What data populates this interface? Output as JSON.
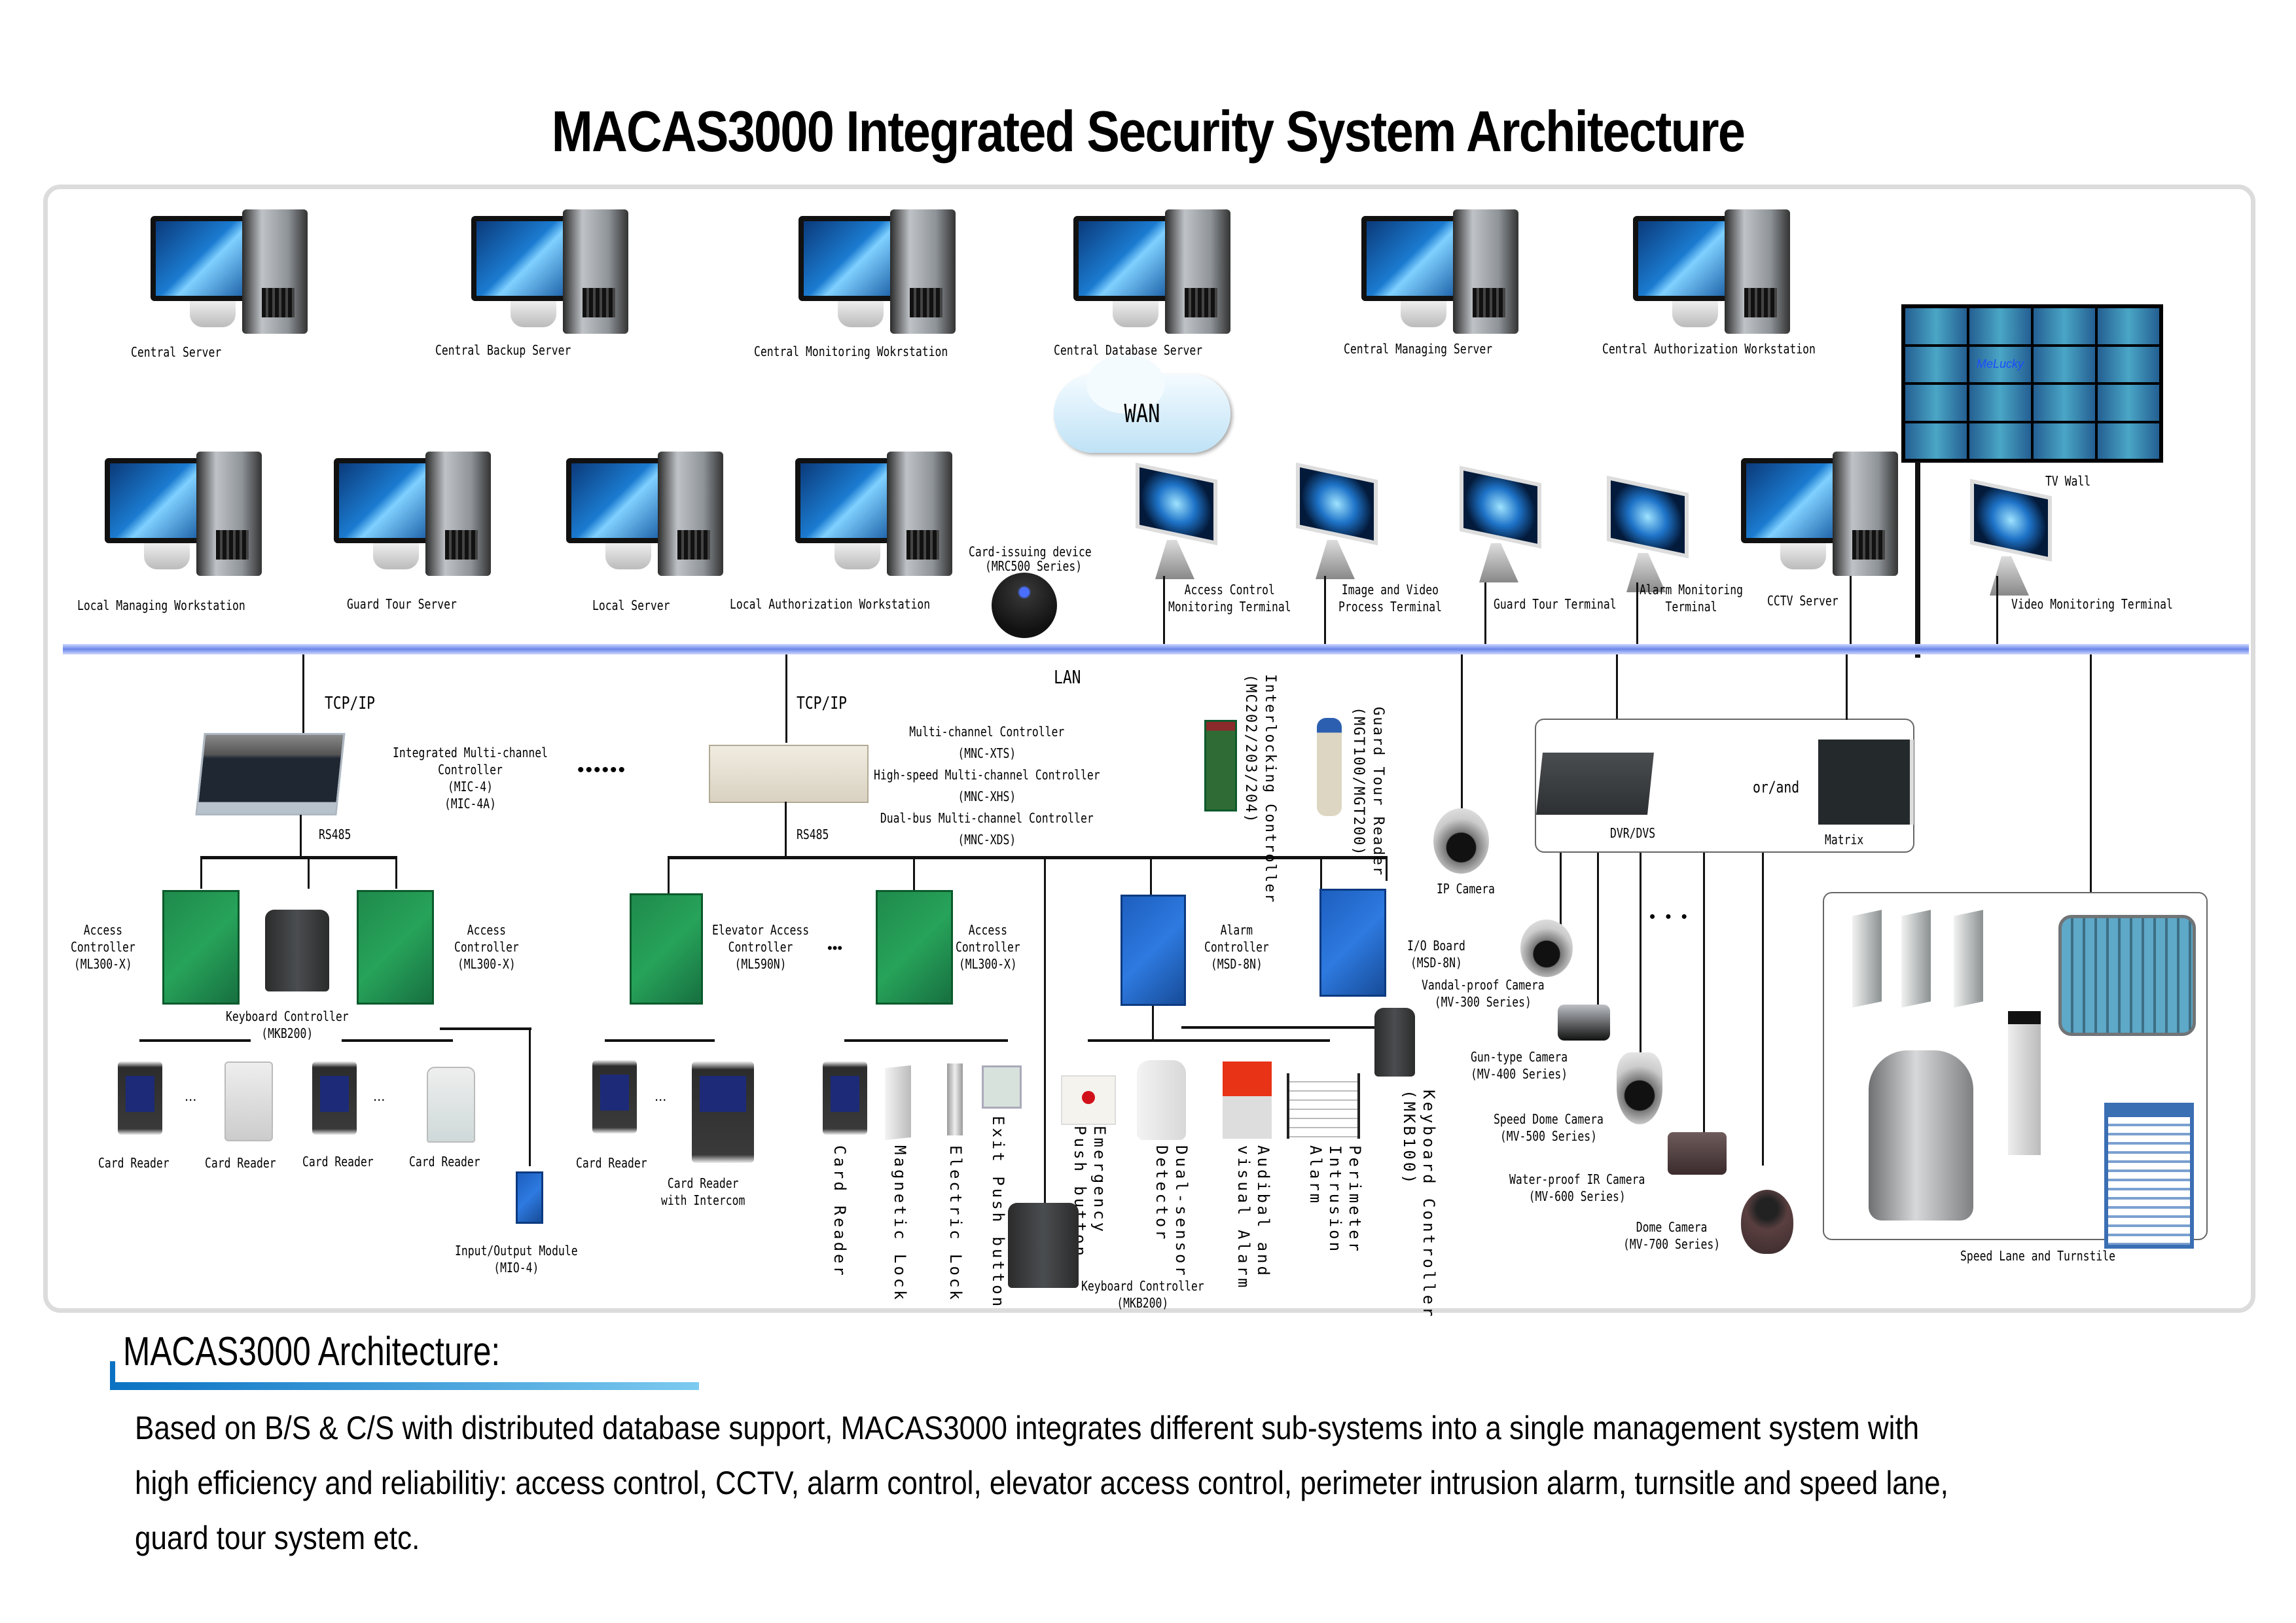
{
  "title": "MACAS3000 Integrated Security System Architecture",
  "central_row": [
    {
      "label": "Central Server"
    },
    {
      "label": "Central Backup Server"
    },
    {
      "label": "Central Monitoring Wokrstation"
    },
    {
      "label": "Central Database Server"
    },
    {
      "label": "Central Managing Server"
    },
    {
      "label": "Central Authorization Workstation"
    }
  ],
  "wan_label": "WAN",
  "tv_wall_label": "TV Wall",
  "tv_wall_brand": "MeLucky",
  "local_row": [
    {
      "label": "Local Managing Workstation"
    },
    {
      "label": "Guard Tour Server"
    },
    {
      "label": "Local Server"
    },
    {
      "label": "Local Authorization Workstation"
    }
  ],
  "card_issuing": {
    "label": "Card-issuing device",
    "model": "(MRC500 Series)"
  },
  "terminals": [
    {
      "label": "Access Control\nMonitoring Terminal"
    },
    {
      "label": "Image and Video\nProcess Terminal"
    },
    {
      "label": "Guard Tour Terminal"
    },
    {
      "label": "Alarm Monitoring\nTerminal"
    },
    {
      "label": "CCTV Server"
    },
    {
      "label": "Video Monitoring Terminal"
    }
  ],
  "lan_label": "LAN",
  "protocols": {
    "tcpip_left": "TCP/IP",
    "tcpip_right": "TCP/IP",
    "rs485_left": "RS485",
    "rs485_right": "RS485"
  },
  "mic_controller": {
    "label": "Integrated Multi-channel\nController\n(MIC-4)\n(MIC-4A)"
  },
  "ellipsis_big": "••••••",
  "mnc_controllers": {
    "label": "Multi-channel Controller\n(MNC-XTS)\nHigh-speed Multi-channel Controller\n(MNC-XHS)\nDual-bus Multi-channel Controller\n(MNC-XDS)"
  },
  "interlocking": {
    "label": "Interlocking Controller\n(MC202/203/204)"
  },
  "guard_tour_reader": {
    "label": "Guard Tour Reader\n(MGT100/MGT200)"
  },
  "ip_camera": {
    "label": "IP Camera"
  },
  "dvr": {
    "label": "DVR/DVS",
    "or_and": "or/and",
    "matrix": "Matrix"
  },
  "access_left_a": {
    "label": "Access\nController\n(ML300-X)"
  },
  "access_left_b": {
    "label": "Access\nController\n(ML300-X)"
  },
  "keyboard_mkb200_top": {
    "label": "Keyboard Controller\n(MKB200)"
  },
  "elevator": {
    "label": "Elevator Access\nController\n(ML590N)"
  },
  "dots_small": "•••",
  "access_right": {
    "label": "Access\nController\n(ML300-X)"
  },
  "alarm_controller": {
    "label": "Alarm\nController\n(MSD-8N)"
  },
  "io_board": {
    "label": "I/O Board\n(MSD-8N)"
  },
  "card_readers_left": [
    "Card Reader",
    "Card Reader",
    "Card Reader",
    "Card Reader"
  ],
  "ellipsis_small": "...",
  "io_module": {
    "label": "Input/Output Module\n(MIO-4)"
  },
  "card_reader_mid": "Card Reader",
  "card_reader_intercom": "Card Reader\nwith Intercom",
  "door_devices": [
    "Card Reader",
    "Magnetic Lock",
    "Electric Lock",
    "Exit Push button"
  ],
  "alarm_devices": [
    "Emergency\nPush button",
    "Dual-sensor\nDetector",
    "Audibal and\nvisual Alarm",
    "Perimeter\nIntrusion\nAlarm"
  ],
  "keyboard_mkb100": {
    "label": "Keyboard Controller\n(MKB100)"
  },
  "keyboard_mkb200_bottom": {
    "label": "Keyboard Controller\n(MKB200)"
  },
  "cameras": [
    {
      "label": "Vandal-proof Camera\n(MV-300 Series)"
    },
    {
      "label": "Gun-type Camera\n(MV-400 Series)"
    },
    {
      "label": "Speed Dome Camera\n(MV-500 Series)"
    },
    {
      "label": "Water-proof IR Camera\n(MV-600 Series)"
    },
    {
      "label": "Dome Camera\n(MV-700 Series)"
    }
  ],
  "camera_dots": "• • •",
  "speed_lane": {
    "label": "Speed Lane and Turnstile"
  },
  "architecture": {
    "heading": "MACAS3000 Architecture:",
    "lines": [
      "Based on B/S & C/S with distributed database support,  MACAS3000 integrates different sub-systems into a single management system with",
      "high efficiency and reliabilitiy:  access control,  CCTV, alarm control, elevator access control, perimeter intrusion alarm, turnsitle and speed lane,",
      "guard tour system etc."
    ]
  },
  "colors": {
    "accent": "#0a72c2",
    "lan": "#6b86e8",
    "frame": "#dcdcdc"
  }
}
